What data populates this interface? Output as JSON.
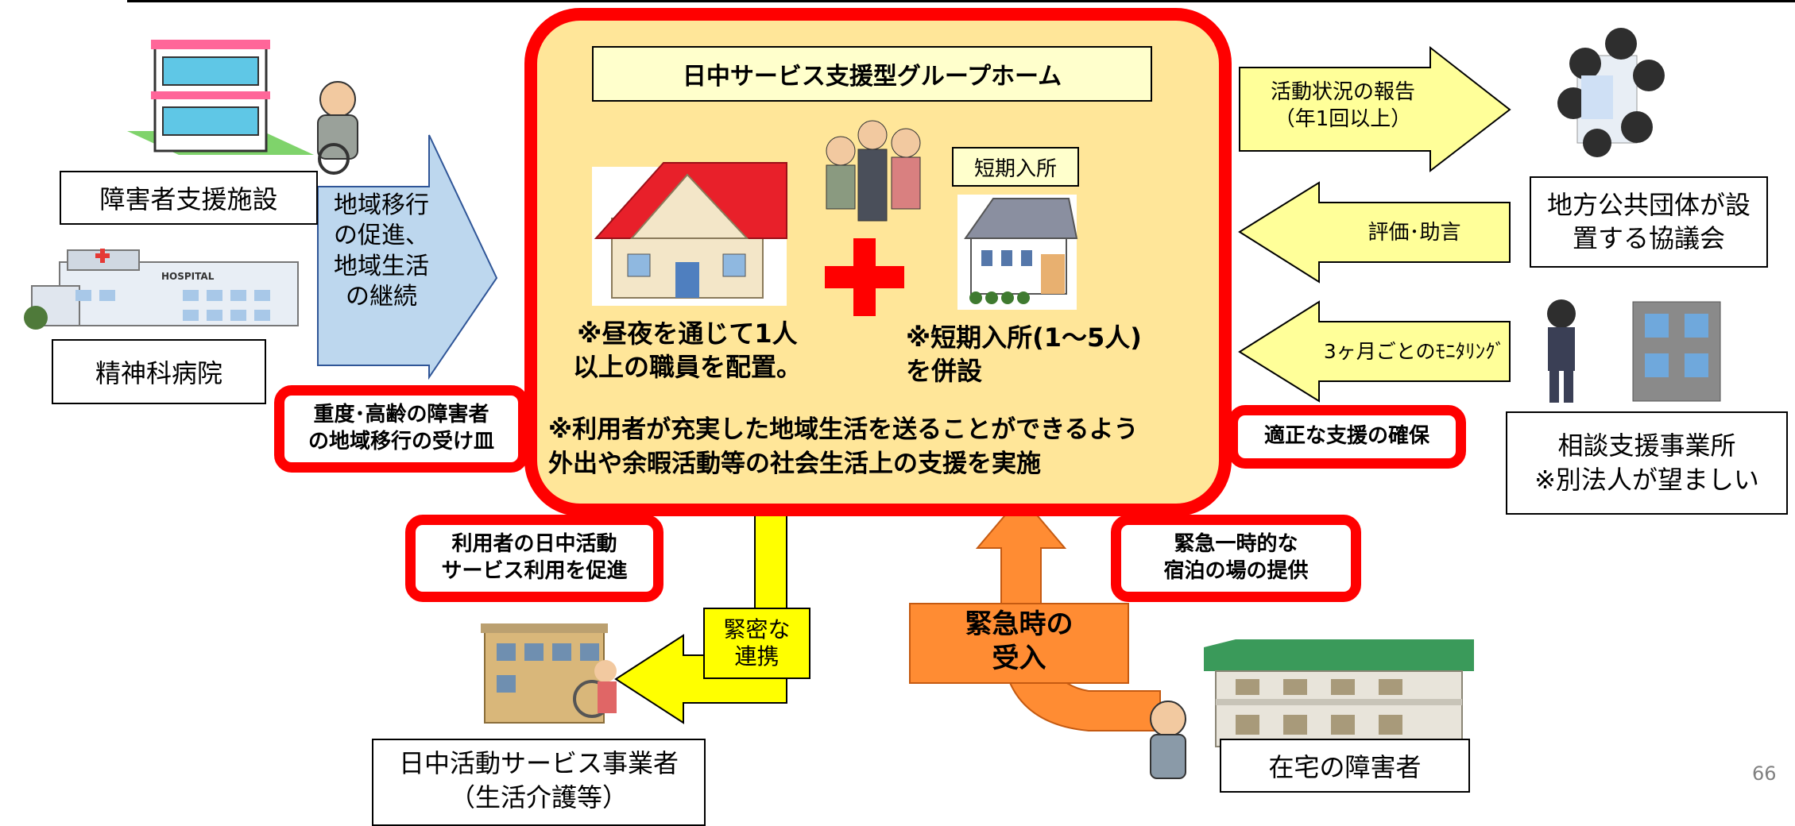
{
  "page_number": "66",
  "center": {
    "title": "日中サービス支援型グループホーム",
    "short_stay_label": "短期入所",
    "staff_note": "※昼夜を通じて1人\n以上の職員を配置。",
    "short_stay_note": "※短期入所(1～5人)\nを併設",
    "support_note": "※利用者が充実した地域生活を送ることができるよう\n外出や余暇活動等の社会生活上の支援を実施"
  },
  "left": {
    "facility": "障害者支援施設",
    "hospital": "精神科病院",
    "transition_arrow": "地域移行\nの促進、\n地域生活\nの継続",
    "receiver_box": "重度･高齢の障害者\nの地域移行の受け皿"
  },
  "right": {
    "report_arrow": "活動状況の報告\n（年1回以上）",
    "advice_arrow": "評価･助言",
    "monitoring_arrow": "3ヶ月ごとのﾓﾆﾀﾘﾝｸﾞ",
    "council": "地方公共団体が設\n置する協議会",
    "proper_support": "適正な支援の確保",
    "consultation": "相談支援事業所\n※別法人が望ましい"
  },
  "bottom": {
    "day_activity_promo": "利用者の日中活動\nサービス利用を促進",
    "close_link": "緊密な\n連携",
    "day_service_provider": "日中活動サービス事業者\n（生活介護等）",
    "emergency_accept": "緊急時の\n受入",
    "emergency_stay": "緊急一時的な\n宿泊の場の提供",
    "home_disabled": "在宅の障害者"
  },
  "hospital_sign": "HOSPITAL",
  "colors": {
    "red": "#ff0000",
    "center_fill": "#ffe699",
    "yellow_arrow": "#ffff99",
    "blue_arrow": "#bdd7ee",
    "bright_yellow": "#ffff00",
    "orange": "#ff8c33"
  }
}
